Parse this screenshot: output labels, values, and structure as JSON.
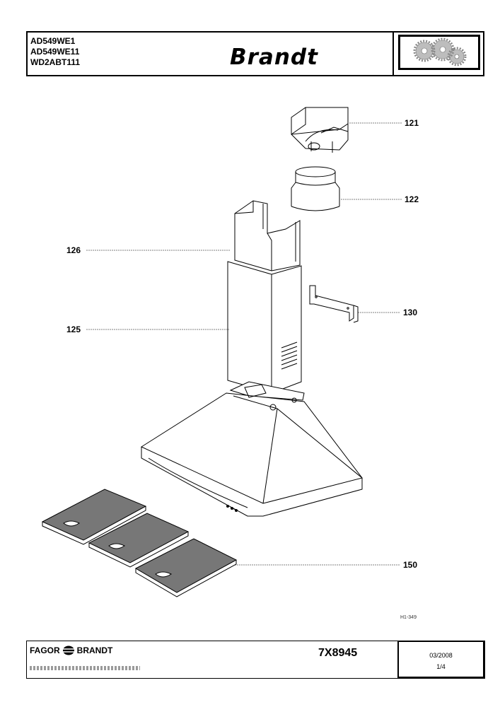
{
  "header": {
    "models": [
      "AD549WE1",
      "AD549WE11",
      "WD2ABT111"
    ],
    "brand": "Brandt"
  },
  "callouts": [
    {
      "id": "121",
      "label": "121"
    },
    {
      "id": "122",
      "label": "122"
    },
    {
      "id": "126",
      "label": "126"
    },
    {
      "id": "130",
      "label": "130"
    },
    {
      "id": "125",
      "label": "125"
    },
    {
      "id": "150",
      "label": "150"
    }
  ],
  "drawing_ref": "H1-349",
  "footer": {
    "company": "FAGOR",
    "company2": "BRANDT",
    "doc_number": "7X8945",
    "date": "03/2008",
    "page": "1/4"
  }
}
